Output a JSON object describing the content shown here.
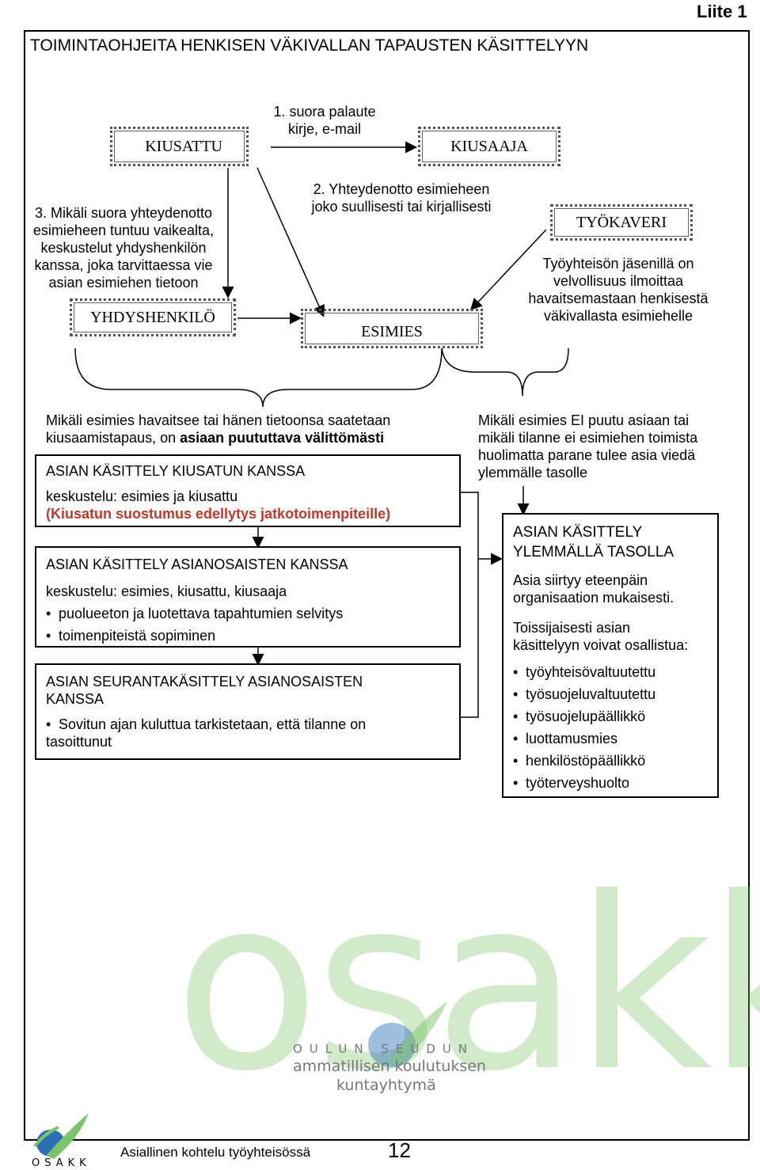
{
  "corner_label": "Liite 1",
  "title": "TOIMINTAOHJEITA HENKISEN VÄKIVALLAN TAPAUSTEN KÄSITTELYYN",
  "top_diagram": {
    "kiusattu": "KIUSATTU",
    "kiusaaja": "KIUSAAJA",
    "tyokaveri": "TYÖKAVERI",
    "yhdyshenkilo": "YHDYSHENKILÖ",
    "esimies": "ESIMIES",
    "step1_line1": "1. suora palaute",
    "step1_line2": "kirje, e-mail",
    "step2_line1": "2. Yhteydenotto esimieheen",
    "step2_line2": "joko suullisesti tai kirjallisesti",
    "step3_lines": [
      "3. Mikäli suora yhteydenotto",
      "esimieheen tuntuu vaikealta,",
      "keskustelut yhdyshenkilön",
      "kanssa, joka tarvittaessa vie",
      "asian esimiehen tietoon"
    ],
    "coworker_lines": [
      "Työyhteisön jäsenillä on",
      "velvollisuus ilmoittaa",
      "havaitsemastaan henkisestä",
      "väkivallasta esimiehelle"
    ]
  },
  "left_column": {
    "intro_line1": "Mikäli esimies havaitsee tai hänen tietoonsa saatetaan",
    "intro_line2_start": "kiusaamistapaus, on ",
    "intro_line2_bold": "asiaan puututtava välittömästi",
    "box1": {
      "heading": "ASIAN KÄSITTELY KIUSATUN KANSSA",
      "line": "keskustelu: esimies ja kiusattu",
      "note": "(Kiusatun suostumus edellytys jatkotoimenpiteille)"
    },
    "box2": {
      "heading": "ASIAN KÄSITTELY ASIANOSAISTEN KANSSA",
      "line": "keskustelu: esimies, kiusattu, kiusaaja",
      "bullets": [
        "puolueeton ja luotettava tapahtumien selvitys",
        "toimenpiteistä sopiminen"
      ]
    },
    "box3": {
      "heading_line1": "ASIAN SEURANTAKÄSITTELY ASIANOSAISTEN",
      "heading_line2": "KANSSA",
      "bullet_line1": "Sovitun ajan kuluttua tarkistetaan, että tilanne on",
      "bullet_line2": "tasoittunut"
    }
  },
  "right_column": {
    "intro_lines": [
      "Mikäli esimies EI puutu asiaan tai",
      "mikäli tilanne ei esimiehen toimista",
      "huolimatta parane tulee asia viedä",
      "ylemmälle tasolle"
    ],
    "box": {
      "heading_line1": "ASIAN KÄSITTELY",
      "heading_line2": "YLEMMÄLLÄ TASOLLA",
      "p1_line1": "Asia siirtyy eteenpäin",
      "p1_line2": "organisaation mukaisesti.",
      "p2_line1": "Toissijaisesti asian",
      "p2_line2": "käsittelyyn voivat osallistua:",
      "bullets": [
        "työyhteisövaltuutettu",
        "työsuojeluvaltuutettu",
        "työsuojelupäällikkö",
        "luottamusmies",
        "henkilöstöpäällikkö",
        "työterveyshuolto"
      ]
    }
  },
  "watermark": {
    "big_text": "osakk",
    "line1": "OULUN SEUDUN",
    "line2": "ammatillisen koulutuksen",
    "line3": "kuntayhtymä"
  },
  "footer": {
    "logo_text": "OSAKK",
    "caption": "Asiallinen kohtelu työyhteisössä",
    "page_number": "12"
  },
  "colors": {
    "green": "#7cc46b",
    "blue": "#2c6fb7",
    "red_note": "#c0392b"
  }
}
